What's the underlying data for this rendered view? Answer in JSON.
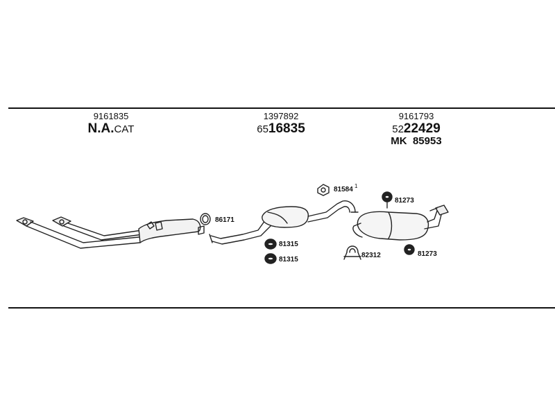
{
  "groups": [
    {
      "part_no": "9161835",
      "prefix": "N.A.",
      "suffix": "CAT"
    },
    {
      "part_no": "1397892",
      "prefix": "65",
      "suffix": "16835"
    },
    {
      "part_no": "9161793",
      "prefix": "52",
      "suffix": "22429",
      "kit_prefix": "MK",
      "kit_no": "85953"
    }
  ],
  "callouts": {
    "ring_seal": "86171",
    "hanger_top": "81584",
    "hanger_top_mark": "1",
    "rubber_mount_1": "81315",
    "rubber_mount_2": "81315",
    "clamp": "82312",
    "rubber_mount_rear_top": "81273",
    "rubber_mount_rear_bottom": "81273"
  }
}
